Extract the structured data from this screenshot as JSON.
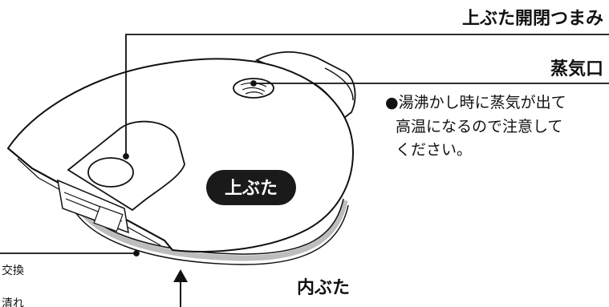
{
  "labels": {
    "lid_open_button": "上ぶた開閉つまみ",
    "steam_vent": "蒸気口",
    "steam_note_line1": "●湯沸かし時に蒸気が出て",
    "steam_note_line2": "高温になるので注意して",
    "steam_note_line3": "ください。",
    "top_lid": "上ぶた",
    "inner_lid": "内ぶた",
    "left_cut_1": "交換",
    "left_cut_2": "清れ"
  },
  "colors": {
    "line": "#111111",
    "badge": "#1a1a1a",
    "shadow": "#d8d8d8",
    "ring": "#bdbdbd"
  }
}
